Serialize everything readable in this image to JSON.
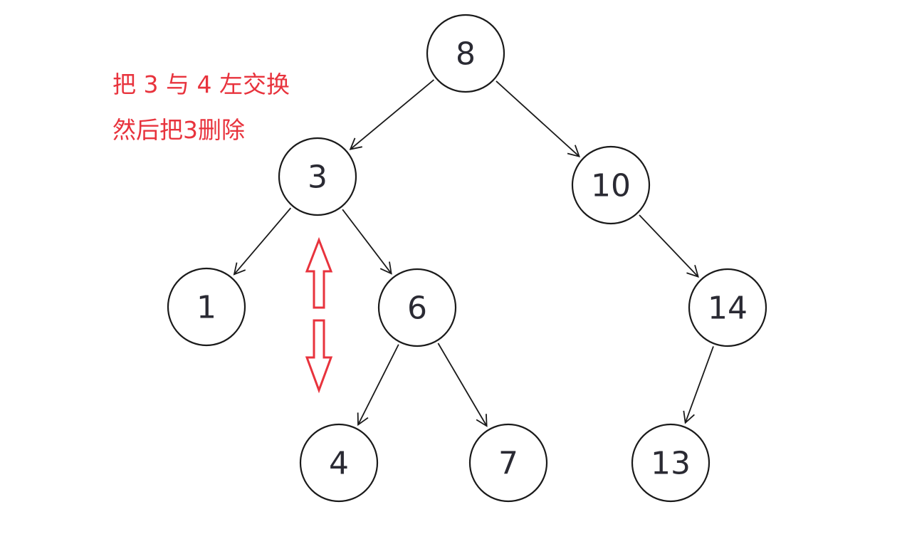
{
  "annotations": {
    "line1": "把 3 与 4 左交换",
    "line2": "然后把3删除"
  },
  "colors": {
    "annotation": "#e8333d",
    "node_stroke": "#1a1a1a",
    "node_text": "#2a2a33",
    "swap_arrow": "#e8333d"
  },
  "tree": {
    "nodes": [
      {
        "id": "n8",
        "label": "8"
      },
      {
        "id": "n3",
        "label": "3"
      },
      {
        "id": "n10",
        "label": "10"
      },
      {
        "id": "n1",
        "label": "1"
      },
      {
        "id": "n6",
        "label": "6"
      },
      {
        "id": "n14",
        "label": "14"
      },
      {
        "id": "n4",
        "label": "4"
      },
      {
        "id": "n7",
        "label": "7"
      },
      {
        "id": "n13",
        "label": "13"
      }
    ],
    "edges": [
      {
        "from": "n8",
        "to": "n3"
      },
      {
        "from": "n8",
        "to": "n10"
      },
      {
        "from": "n3",
        "to": "n1"
      },
      {
        "from": "n3",
        "to": "n6"
      },
      {
        "from": "n10",
        "to": "n14"
      },
      {
        "from": "n6",
        "to": "n4"
      },
      {
        "from": "n6",
        "to": "n7"
      },
      {
        "from": "n14",
        "to": "n13"
      }
    ]
  },
  "swap_indicator": {
    "icon": "double-vertical-arrow-icon",
    "between": [
      "3",
      "4"
    ]
  }
}
